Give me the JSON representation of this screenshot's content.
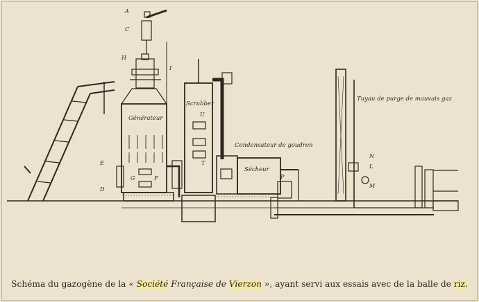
{
  "labels": {
    "A": "A",
    "C": "C",
    "H": "H",
    "I": "I",
    "E": "E",
    "D": "D",
    "G": "G",
    "F": "F",
    "U": "U",
    "T": "T",
    "N": "N",
    "L": "L",
    "M": "M",
    "P": "P",
    "generateur": "Générateur",
    "scrubber": "Scrubber",
    "condensateur": "Condensateur de goudron",
    "secheur": "Sécheur",
    "tuyau": "Tuyau de purge de mauvais gaz"
  },
  "caption": {
    "part1": "Schéma du gazogène de la «",
    "part2_hl": "Société",
    "part3": "Française de",
    "part4_hl": "Vierzon",
    "part5": "», ayant servi aux essais avec de la balle de",
    "part6_hl": "riz."
  },
  "colors": {
    "paper": "#ebe3cd",
    "ink": "#2b2820",
    "highlight": "#ffec78"
  }
}
